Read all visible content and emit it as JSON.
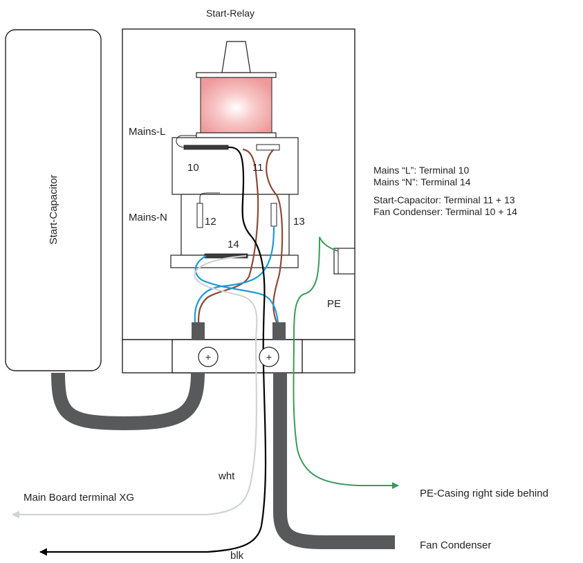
{
  "title": "Start-Relay",
  "capacitor_label": "Start-Capacitor",
  "terminal_labels": {
    "mains_l": "Mains-L",
    "mains_n": "Mains-N",
    "t10": "10",
    "t11": "11",
    "t12": "12",
    "t13": "13",
    "t14": "14",
    "pe": "PE"
  },
  "legend": [
    "Mains “L”: Terminal 10",
    "Mains “N”: Terminal 14",
    "Start-Capacitor: Terminal 11 + 13",
    "Fan Condenser: Terminal 10 + 14"
  ],
  "screw_symbol": "+",
  "outputs": {
    "pe_casing": "PE-Casing right side behind",
    "main_board": "Main Board terminal XG",
    "fan_condenser": "Fan Condenser",
    "wht": "wht",
    "blk": "blk"
  },
  "colors": {
    "outline": "#231f20",
    "cable": "#58595b",
    "brown_wire": "#8b4a36",
    "blue_wire": "#1c9ad6",
    "green_wire": "#3a9a5b",
    "white_wire": "#d1d3d4",
    "black_wire": "#000000",
    "coil": "#f4b3b3"
  }
}
